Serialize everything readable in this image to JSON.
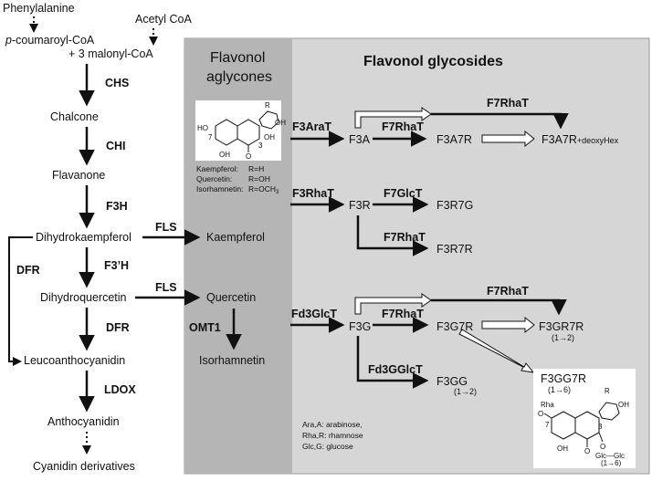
{
  "left_pathway": {
    "phenylalanine": "Phenylalanine",
    "acetyl_coa": "Acetyl CoA",
    "p_prefix": "p",
    "p_coumaroyl": "-coumaroyl-CoA",
    "malonyl": "+ 3 malonyl-CoA",
    "chs": "CHS",
    "chalcone": "Chalcone",
    "chi": "CHI",
    "flavanone": "Flavanone",
    "f3h": "F3H",
    "dihydrokaempferol": "Dihydrokaempferol",
    "dfr_side": "DFR",
    "f3prime_h": "F3’H",
    "dihydroquercetin": "Dihydroquercetin",
    "dfr": "DFR",
    "leucoanthocyanidin": "Leucoanthocyanidin",
    "ldox": "LDOX",
    "anthocyanidin": "Anthocyanidin",
    "cyanidin_derivatives": "Cyanidin derivatives",
    "fls_1": "FLS",
    "fls_2": "FLS"
  },
  "aglycones": {
    "title_line1": "Flavonol",
    "title_line2": "aglycones",
    "legend_kaempferol": "Kaempferol:",
    "legend_kaempferol_r": "R=H",
    "legend_quercetin": "Quercetin:",
    "legend_quercetin_r": "R=OH",
    "legend_isorhamnetin": "Isorhamnetin:",
    "legend_isorhamnetin_r": "R=OCH",
    "legend_isorhamnetin_sub": "3",
    "kaempferol": "Kaempferol",
    "quercetin": "Quercetin",
    "omt1": "OMT1",
    "isorhamnetin": "Isorhamnetin",
    "struct_r": "R",
    "struct_oh_right": "OH",
    "struct_ho": "HO",
    "struct_7": "7",
    "struct_oh_bottom": "OH",
    "struct_o_bottom": "O",
    "struct_3": "3",
    "struct_oh_3": "OH"
  },
  "glycosides": {
    "title": "Flavonol glycosides",
    "f3arat": "F3AraT",
    "f3a": "F3A",
    "f7rhat_a1": "F7RhaT",
    "f3a7r": "F3A7R",
    "f7rhat_a2": "F7RhaT",
    "f3a7r_deoxyhex_main": "F3A7R",
    "f3a7r_deoxyhex_suffix": "+deoxyHex",
    "f3rhat": "F3RhaT",
    "f3r": "F3R",
    "f7glct": "F7GlcT",
    "f3r7g": "F3R7G",
    "f7rhat_r": "F7RhaT",
    "f3r7r": "F3R7R",
    "fd3glct": "Fd3GlcT",
    "f3g": "F3G",
    "f7rhat_g1": "F7RhaT",
    "f3g7r": "F3G7R",
    "f7rhat_g2": "F7RhaT",
    "f3gr7r": "F3GR7R",
    "f3gr7r_link": "(1→2)",
    "fd3gglct": "Fd3GGlcT",
    "f3gg": "F3GG",
    "f3gg_link": "(1→2)",
    "f3gg7r": "F3GG7R",
    "f3gg7r_link": "(1→6)",
    "abbrev_line1": "Ara,A: arabinose,",
    "abbrev_line2": "Rha,R: rhamnose",
    "abbrev_line3": "Glc,G: glucose",
    "struct2_r": "R",
    "struct2_oh": "OH",
    "struct2_rha": "Rha",
    "struct2_7": "7",
    "struct2_3": "3",
    "struct2_oh_bottom": "OH",
    "struct2_o_bottom": "O",
    "struct2_glcglc": "Glc—Glc",
    "struct2_link": "(1→6)",
    "struct2_o_link": "O",
    "struct2_o_7": "O"
  },
  "colors": {
    "aglycone_panel": "#b5b5b5",
    "glycoside_panel": "#d6d6d6",
    "arrow": "#111111"
  }
}
